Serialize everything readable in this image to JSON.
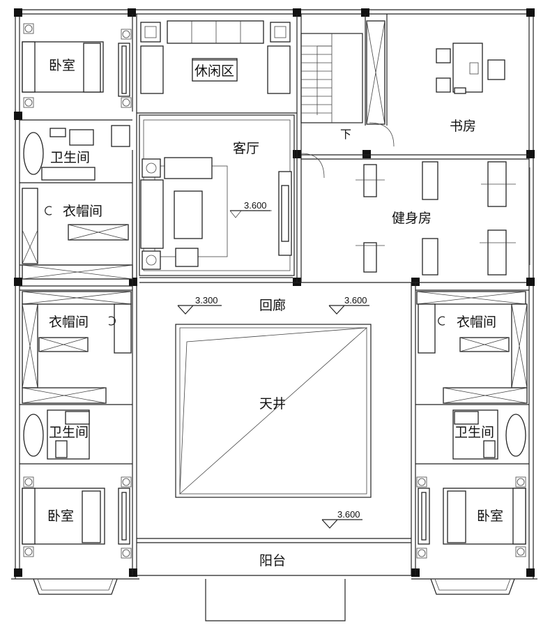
{
  "rooms": {
    "bedroom_tl": "卧室",
    "bath_tl": "卫生间",
    "closet_tl": "衣帽间",
    "leisure": "休闲区",
    "living": "客厅",
    "stair_down": "下",
    "study": "书房",
    "gym": "健身房",
    "corridor": "回廊",
    "closet_ml": "衣帽间",
    "closet_mr": "衣帽间",
    "courtyard": "天井",
    "bath_bl": "卫生间",
    "bath_br": "卫生间",
    "bedroom_bl": "卧室",
    "bedroom_br": "卧室",
    "balcony": "阳台"
  },
  "elevations": {
    "living": "3.600",
    "corridor_left": "3.300",
    "corridor_right": "3.600",
    "courtyard_bottom": "3.600"
  }
}
